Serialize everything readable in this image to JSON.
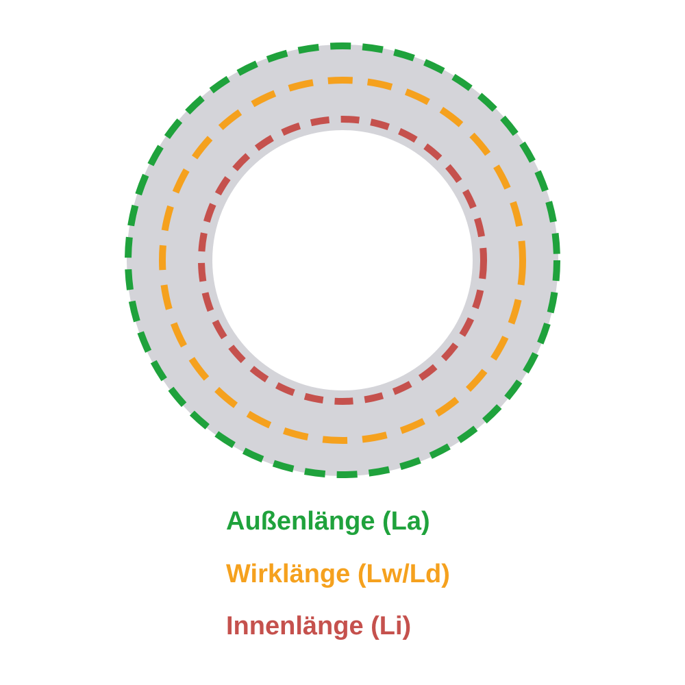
{
  "diagram": {
    "belt_color": "#d4d4d9",
    "hole_color": "#ffffff",
    "outer": {
      "label": "Außenlänge (La)",
      "color": "#1fa23c"
    },
    "effective": {
      "label": "Wirklänge (Lw/Ld)",
      "color": "#f5a11e"
    },
    "inner": {
      "label": "Innenlänge (Li)",
      "color": "#c5514d"
    }
  }
}
